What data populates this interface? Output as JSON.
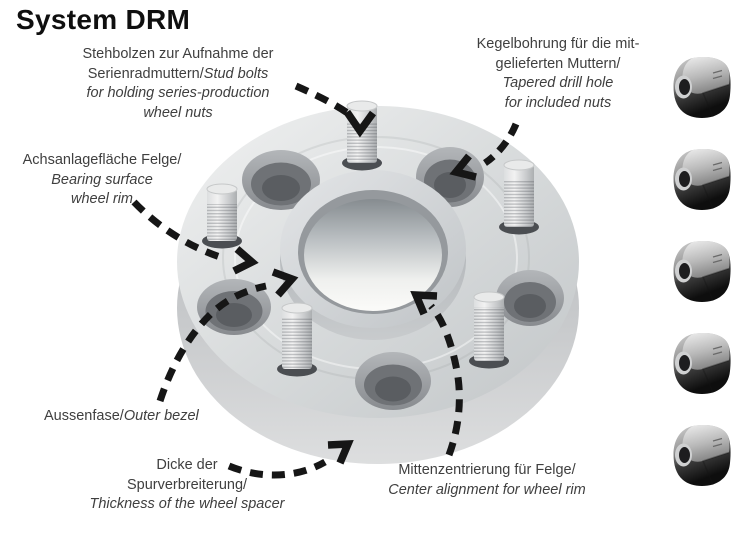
{
  "title": "System DRM",
  "annotations": {
    "stud_bolts": {
      "de_line1": "Stehbolzen zur Aufnahme der",
      "de_line2": "Serienradmuttern/",
      "en_line2": "Stud bolts",
      "en_line3": "for holding series-production",
      "en_line4": "wheel nuts"
    },
    "tapered_hole": {
      "de_line1": "Kegelbohrung für die mit-",
      "de_line2": "gelieferten Muttern/",
      "en_line1": "Tapered drill hole",
      "en_line2": "for included nuts"
    },
    "bearing_surface": {
      "de_line1": "Achsanlagefläche Felge/",
      "en_line1": "Bearing surface",
      "en_line2": "wheel rim"
    },
    "outer_bezel": {
      "de": "Aussenfase/",
      "en": "Outer bezel"
    },
    "thickness": {
      "de_line1": "Dicke der",
      "de_line2": "Spurverbreiterung/",
      "en_line1": "Thickness of the wheel spacer"
    },
    "center_alignment": {
      "de_line1": "Mittenzentrierung für Felge/",
      "en_line1": "Center alignment for wheel rim"
    }
  },
  "figure": {
    "stud_count": 5,
    "tapered_hole_count": 5,
    "lug_nut_count": 5
  },
  "colors": {
    "background": "#ffffff",
    "title_text": "#0f0f0f",
    "annotation_text": "#3f3f3f",
    "arrow": "#161616",
    "spacer_silver": "#d4d7d9",
    "nut_dark": "#141414"
  }
}
